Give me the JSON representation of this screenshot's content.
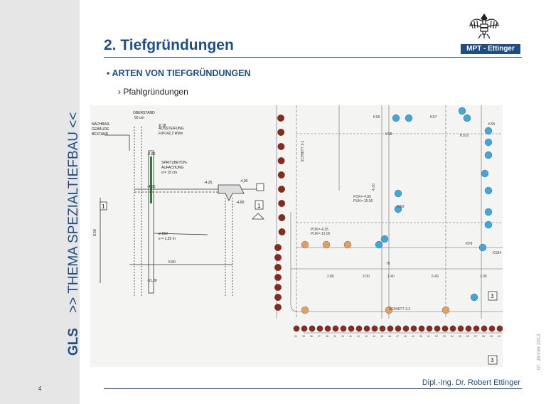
{
  "sidebar": {
    "gls": "GLS",
    "topic": ">> THEMA SPEZIALTIEFBAU <<",
    "page_number": "4"
  },
  "header": {
    "title": "2. Tiefgründungen",
    "brand": "MPT - Ettinger"
  },
  "content": {
    "bullet": "▪ ARTEN VON TIEFGRÜNDUNGEN",
    "sub_bullet": "› Pfahlgründungen"
  },
  "drawing": {
    "section_labels": {
      "oberstand": "OBERSTAND",
      "oberstand_val": "50 cm",
      "nachbar": "NACHBAR-",
      "gebaeude": "GEBÄUDE",
      "bestand": "BESTAND",
      "aussteifung": "AUSSTEIFUNG",
      "force": "Fd=142,2 kN/m",
      "spritzbeton": "SPRITZBETON-",
      "aufachung": "AUFACHUNG",
      "thickness": "d = 15 cm",
      "diameter": "ø 550",
      "spacing": "e = 1,25 m",
      "lvl_1": "-0,18",
      "lvl_2": "-2,80",
      "lvl_3": "-4,60",
      "lvl_4": "-4,25",
      "lvl_5": "-4,00",
      "lvl_6": "-4,80",
      "lvl_7": "-11,00",
      "dim_550": "5.50",
      "dim_850": "8.50",
      "marker": "1"
    },
    "plan_labels": {
      "schnitt_1": "SCHNITT 1-1",
      "schnitt_3": "SCHNITT 3-3",
      "ks6": "KS6",
      "ks7": "KS7",
      "ks8": "KS8",
      "ks5": "KS5",
      "ks9": "KS9",
      "ks10": "KS10",
      "ks34": "KS34",
      "kp9": "KP9",
      "dim_70": "70",
      "dim_140": "1.40",
      "dim_286": "2.86",
      "dim_200": "2.00",
      "dim_549": "5.49",
      "dim_105": "1.05",
      "dim_430": "4.30",
      "marker_1": "1",
      "marker_3": "3",
      "pile_labels": [
        "34",
        "35",
        "36",
        "37",
        "38",
        "39",
        "40",
        "41",
        "42",
        "43",
        "44",
        "45",
        "46",
        "47",
        "48",
        "49",
        "50",
        "51",
        "52",
        "53",
        "54",
        "55",
        "56",
        "57",
        "58",
        "59",
        "60"
      ],
      "annotation_a": "POK=-4,25",
      "annotation_b": "PUK=-12,00",
      "annotation_c": "POK=-4,80",
      "annotation_d": "PUK=-15,50"
    }
  },
  "footer": {
    "author": "Dipl.-Ing. Dr. Robert Ettinger",
    "date": "07. Jänner 2013"
  },
  "colors": {
    "accent": "#1d4e86",
    "pile_dark": "#8b2a1b",
    "pile_orange": "#e0a060",
    "pile_blue": "#3fa7dc"
  }
}
